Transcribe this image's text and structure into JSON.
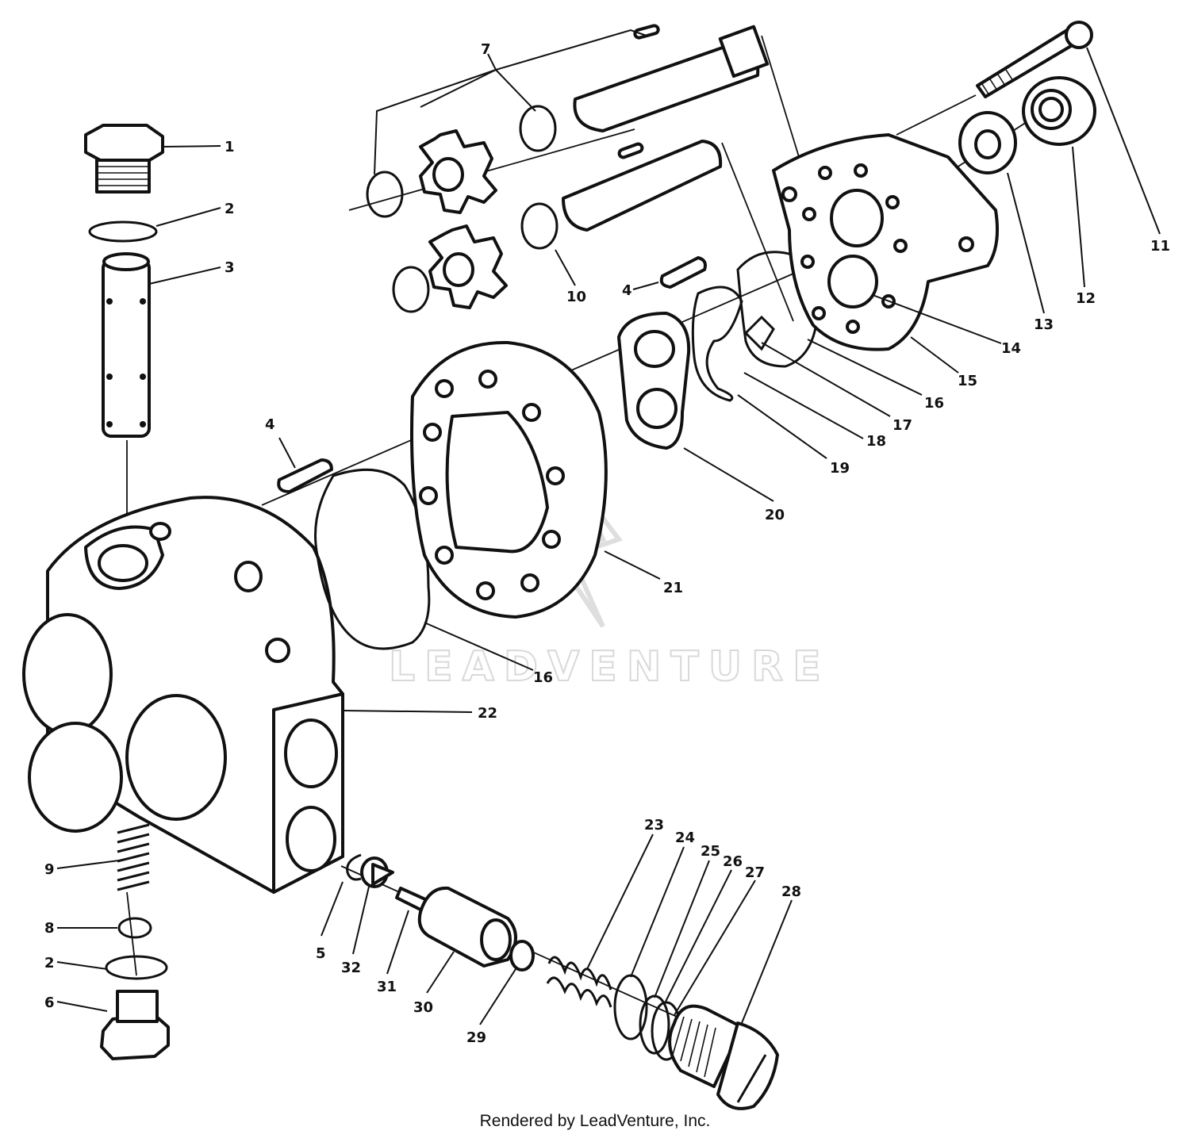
{
  "watermark": {
    "brand": "LEADVENTURE"
  },
  "credit": "Rendered by LeadVenture, Inc.",
  "callouts": [
    {
      "id": "c1",
      "text": "1"
    },
    {
      "id": "c2a",
      "text": "2"
    },
    {
      "id": "c3",
      "text": "3"
    },
    {
      "id": "c4a",
      "text": "4"
    },
    {
      "id": "c4b",
      "text": "4"
    },
    {
      "id": "c7",
      "text": "7"
    },
    {
      "id": "c10",
      "text": "10"
    },
    {
      "id": "c11",
      "text": "11"
    },
    {
      "id": "c12",
      "text": "12"
    },
    {
      "id": "c13",
      "text": "13"
    },
    {
      "id": "c14",
      "text": "14"
    },
    {
      "id": "c15",
      "text": "15"
    },
    {
      "id": "c16a",
      "text": "16"
    },
    {
      "id": "c17",
      "text": "17"
    },
    {
      "id": "c18",
      "text": "18"
    },
    {
      "id": "c19",
      "text": "19"
    },
    {
      "id": "c20",
      "text": "20"
    },
    {
      "id": "c21",
      "text": "21"
    },
    {
      "id": "c16b",
      "text": "16"
    },
    {
      "id": "c22",
      "text": "22"
    },
    {
      "id": "c9",
      "text": "9"
    },
    {
      "id": "c8",
      "text": "8"
    },
    {
      "id": "c2b",
      "text": "2"
    },
    {
      "id": "c6",
      "text": "6"
    },
    {
      "id": "c5",
      "text": "5"
    },
    {
      "id": "c32",
      "text": "32"
    },
    {
      "id": "c31",
      "text": "31"
    },
    {
      "id": "c30",
      "text": "30"
    },
    {
      "id": "c29",
      "text": "29"
    },
    {
      "id": "c23",
      "text": "23"
    },
    {
      "id": "c24",
      "text": "24"
    },
    {
      "id": "c25",
      "text": "25"
    },
    {
      "id": "c26",
      "text": "26"
    },
    {
      "id": "c27",
      "text": "27"
    },
    {
      "id": "c28",
      "text": "28"
    }
  ]
}
